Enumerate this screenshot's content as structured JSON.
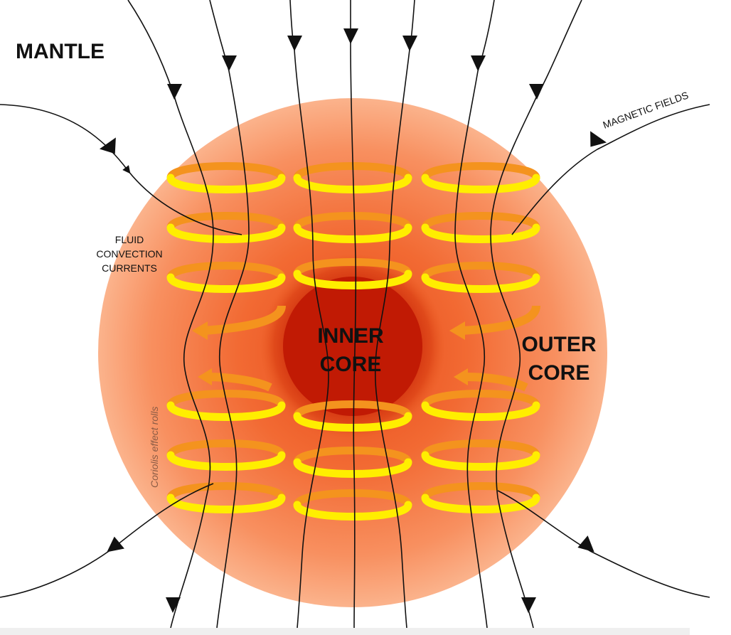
{
  "labels": {
    "mantle": "MANTLE",
    "inner_core": [
      "INNER",
      "CORE"
    ],
    "outer_core": [
      "OUTER",
      "CORE"
    ],
    "magnetic_fields": "MAGNETIC FIELDS",
    "fluid_convection": [
      "FLUID",
      "CONVECTION",
      "CURRENTS"
    ],
    "coriolis": "Coriolis effect rolls"
  },
  "colors": {
    "outer_core_edge": "#fbb38c",
    "outer_core_mid": "#f47a3e",
    "inner_core": "#c41a04",
    "roll_yellow": "#ffee00",
    "roll_orange": "#f4931e",
    "field_line": "#111111"
  }
}
